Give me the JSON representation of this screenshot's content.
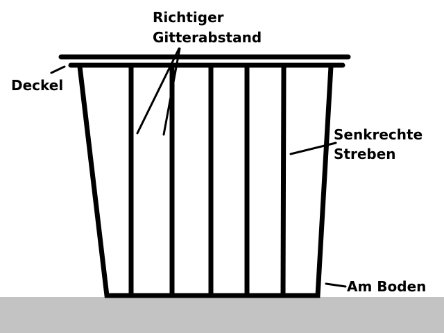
{
  "diagram": {
    "title": "Cage diagram",
    "colors": {
      "line": "#000000",
      "background": "#ffffff",
      "ground": "#c3c3c3"
    },
    "labels": {
      "spacing_line1": "Richtiger",
      "spacing_line2": "Gitterabstand",
      "lid": "Deckel",
      "bars_line1": "Senkrechte",
      "bars_line2": "Streben",
      "floor": "Am Boden"
    }
  }
}
